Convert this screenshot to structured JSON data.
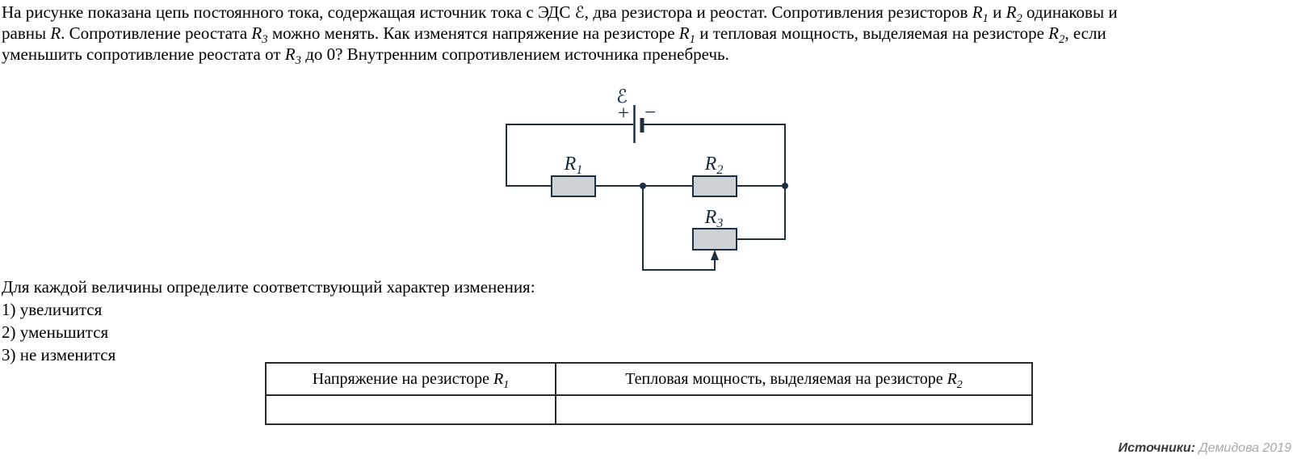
{
  "problem": {
    "lines": [
      [
        {
          "text": "На рисунке показана цепь постоянного тока, содержащая источник тока с ЭДС "
        },
        {
          "math": "ℰ",
          "script": true
        },
        {
          "text": ", два резистора и реостат. Сопротивления резисторов "
        },
        {
          "math": "R",
          "sub": "1"
        },
        {
          "text": " и "
        },
        {
          "math": "R",
          "sub": "2"
        },
        {
          "text": " одинаковы и"
        }
      ],
      [
        {
          "text": "равны "
        },
        {
          "math": "R"
        },
        {
          "text": ". Сопротивление реостата "
        },
        {
          "math": "R",
          "sub": "3"
        },
        {
          "text": " можно менять. Как изменятся напряжение на резисторе "
        },
        {
          "math": "R",
          "sub": "1"
        },
        {
          "text": " и тепловая мощность, выделяемая на резисторе "
        },
        {
          "math": "R",
          "sub": "2"
        },
        {
          "text": ", если"
        }
      ],
      [
        {
          "text": "уменьшить сопротивление реостата от "
        },
        {
          "math": "R",
          "sub": "3"
        },
        {
          "text": " до 0? Внутренним сопротивлением источника пренебречь."
        }
      ]
    ]
  },
  "circuit": {
    "emf": "ℰ",
    "plus": "+",
    "minus": "−",
    "r1": {
      "base": "R",
      "sub": "1"
    },
    "r2": {
      "base": "R",
      "sub": "2"
    },
    "r3": {
      "base": "R",
      "sub": "3"
    },
    "wire_color": "#1d3040",
    "resistor_fill": "#cdd2d5"
  },
  "instruction": {
    "heading": "Для каждой величины определите соответствующий характер изменения:",
    "options": [
      "1) увеличится",
      "2) уменьшится",
      "3) не изменится"
    ]
  },
  "table": {
    "headers": [
      [
        {
          "text": "Напряжение на резисторе "
        },
        {
          "math": "R",
          "sub": "1"
        }
      ],
      [
        {
          "text": "Тепловая мощность, выделяемая на резисторе "
        },
        {
          "math": "R",
          "sub": "2"
        }
      ]
    ],
    "answer_cells": [
      "",
      ""
    ]
  },
  "source": {
    "label": "Источники:",
    "value": "Демидова 2019"
  }
}
